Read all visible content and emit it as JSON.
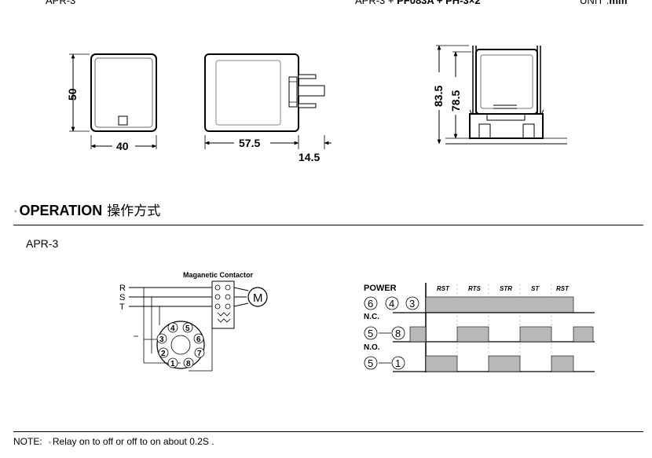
{
  "header": {
    "left_model": "APR-3",
    "combo_prefix": "APR-3 + ",
    "combo_bold": "PF083A + PH-3×2",
    "unit_prefix": "UNIT :",
    "unit_value": "mm"
  },
  "dimensions": {
    "height": "50",
    "width": "40",
    "depth": "57.5",
    "pin_length": "14.5",
    "total_height": "83.5",
    "socket_height": "78.5"
  },
  "operation": {
    "marker": "◦",
    "title": "OPERATION",
    "title_cn": "操作方式",
    "model": "APR-3"
  },
  "wiring": {
    "contactor_label": "Maganetic Contactor",
    "phases": [
      "R",
      "S",
      "T"
    ],
    "motor_label": "M",
    "socket_pins": [
      "1",
      "2",
      "3",
      "4",
      "5",
      "6",
      "7",
      "8"
    ]
  },
  "timing": {
    "power_label": "POWER",
    "phase_labels": [
      "RST",
      "RTS",
      "STR",
      "ST",
      "RST"
    ],
    "rows": [
      {
        "pins": [
          "6",
          "4",
          "3"
        ],
        "label": "N.C."
      },
      {
        "pins": [
          "5",
          "8"
        ],
        "label": "N.O."
      },
      {
        "pins": [
          "5",
          "1"
        ],
        "label": ""
      }
    ]
  },
  "note": {
    "label": "NOTE:",
    "marker": "◦",
    "text": "Relay on to off or off to on about 0.2S ."
  }
}
